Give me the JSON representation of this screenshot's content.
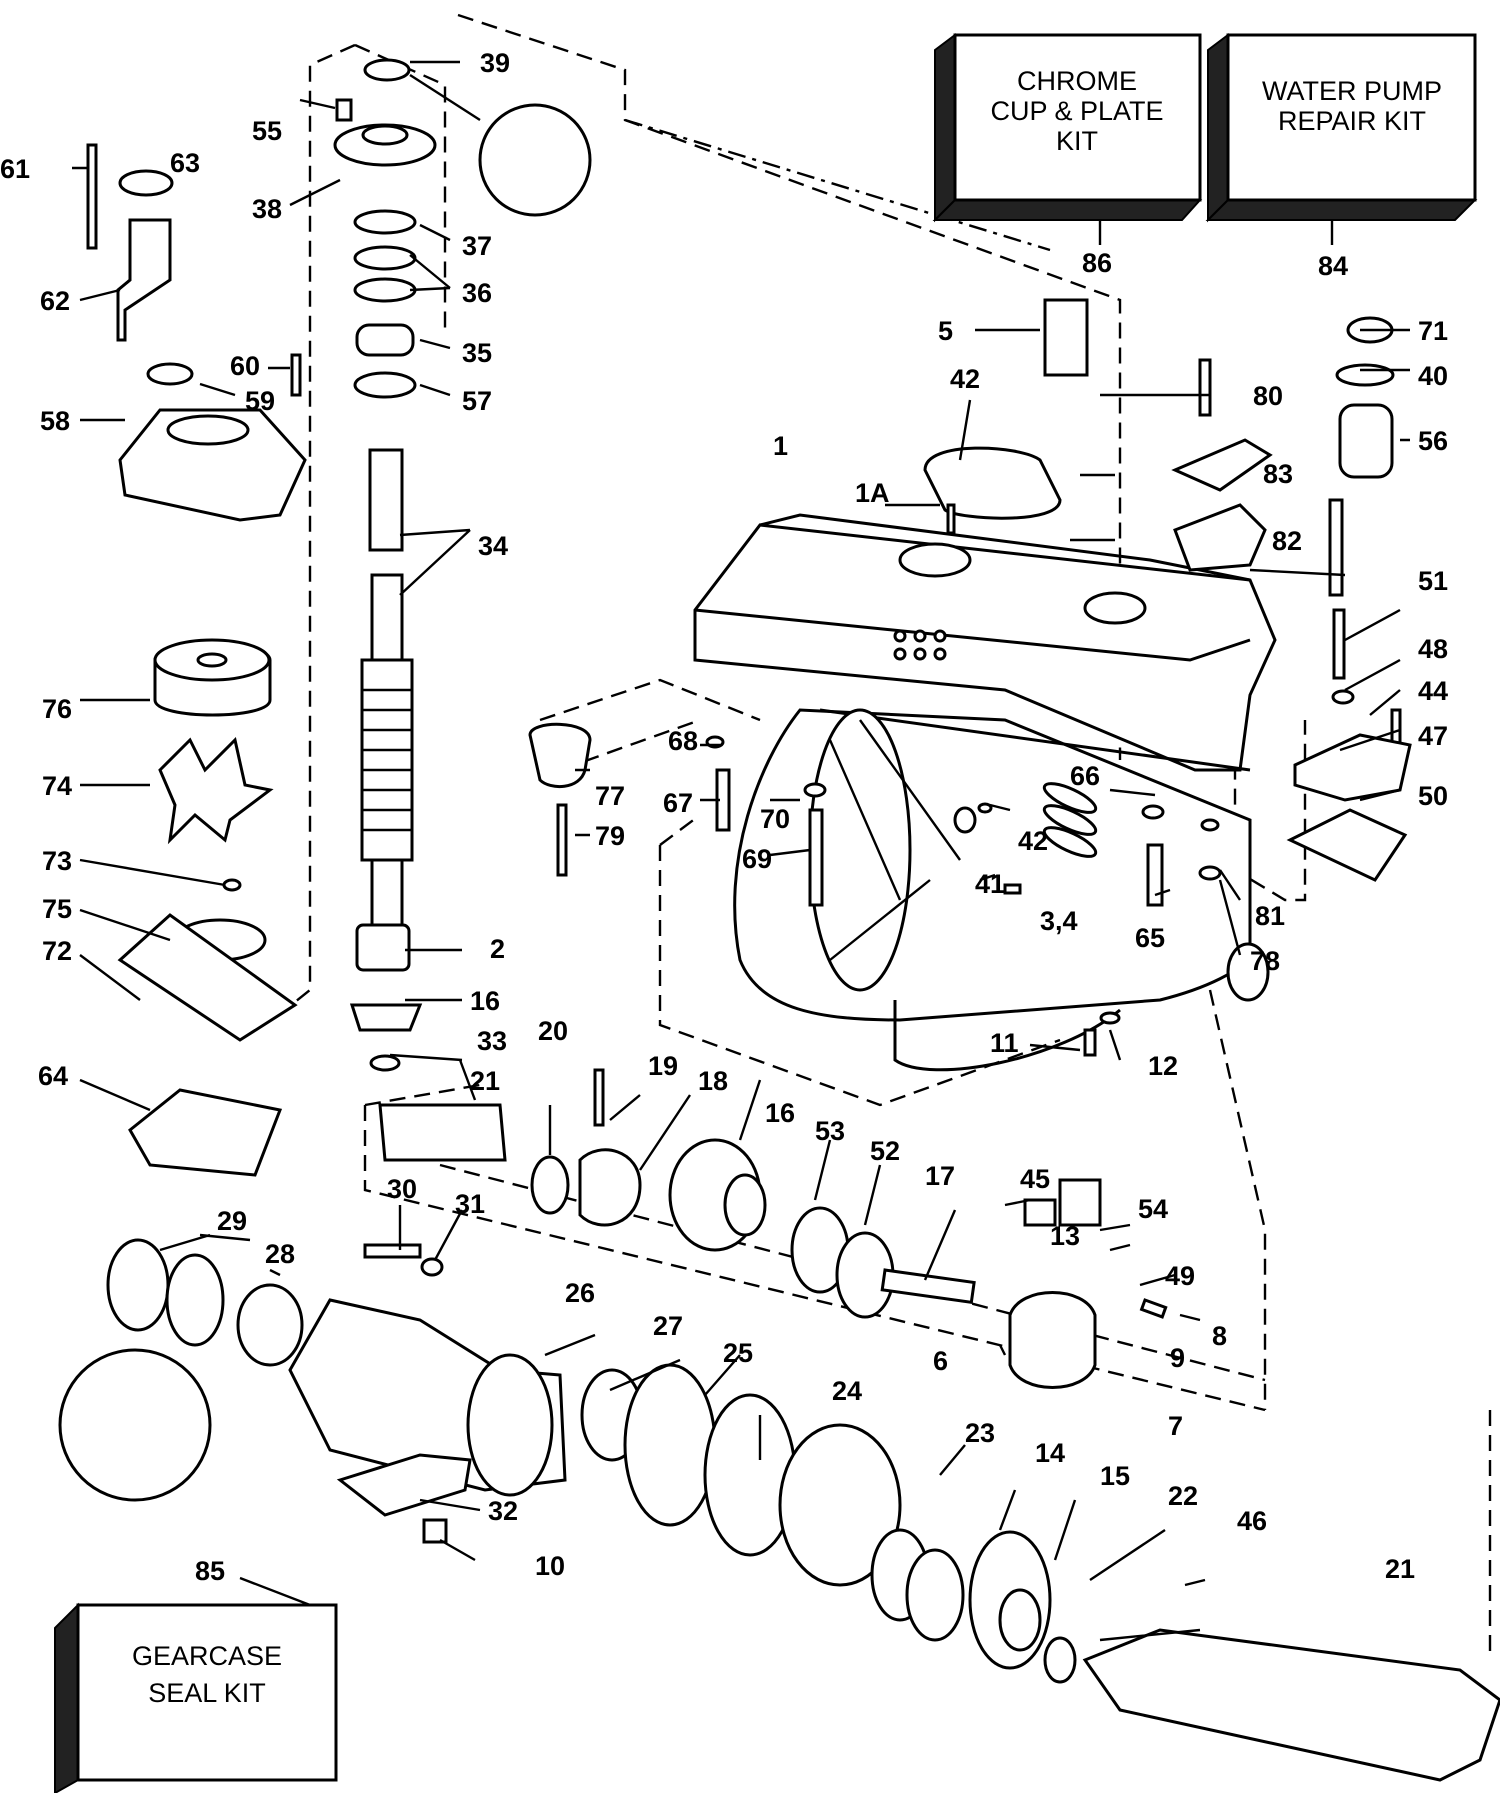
{
  "kits": {
    "chrome": {
      "line1": "CHROME",
      "line2": "CUP & PLATE",
      "line3": "KIT",
      "ref": "86"
    },
    "pump": {
      "line1": "WATER PUMP",
      "line2": "REPAIR KIT",
      "ref": "84"
    },
    "seal": {
      "line1": "GEARCASE",
      "line2": "SEAL KIT",
      "ref": "85"
    }
  },
  "callouts": [
    "39",
    "55",
    "61",
    "63",
    "38",
    "37",
    "36",
    "35",
    "57",
    "62",
    "60",
    "59",
    "58",
    "34",
    "76",
    "74",
    "73",
    "75",
    "72",
    "64",
    "2",
    "16",
    "33",
    "21",
    "20",
    "19",
    "18",
    "16",
    "53",
    "52",
    "17",
    "45",
    "54",
    "13",
    "49",
    "8",
    "9",
    "6",
    "7",
    "30",
    "31",
    "29",
    "28",
    "26",
    "27",
    "25",
    "24",
    "23",
    "14",
    "15",
    "22",
    "46",
    "21",
    "32",
    "10",
    "5",
    "42",
    "1",
    "1A",
    "80",
    "83",
    "82",
    "71",
    "40",
    "56",
    "51",
    "48",
    "44",
    "47",
    "50",
    "77",
    "79",
    "68",
    "67",
    "70",
    "69",
    "66",
    "42",
    "41",
    "3,4",
    "65",
    "81",
    "78",
    "11",
    "12"
  ]
}
